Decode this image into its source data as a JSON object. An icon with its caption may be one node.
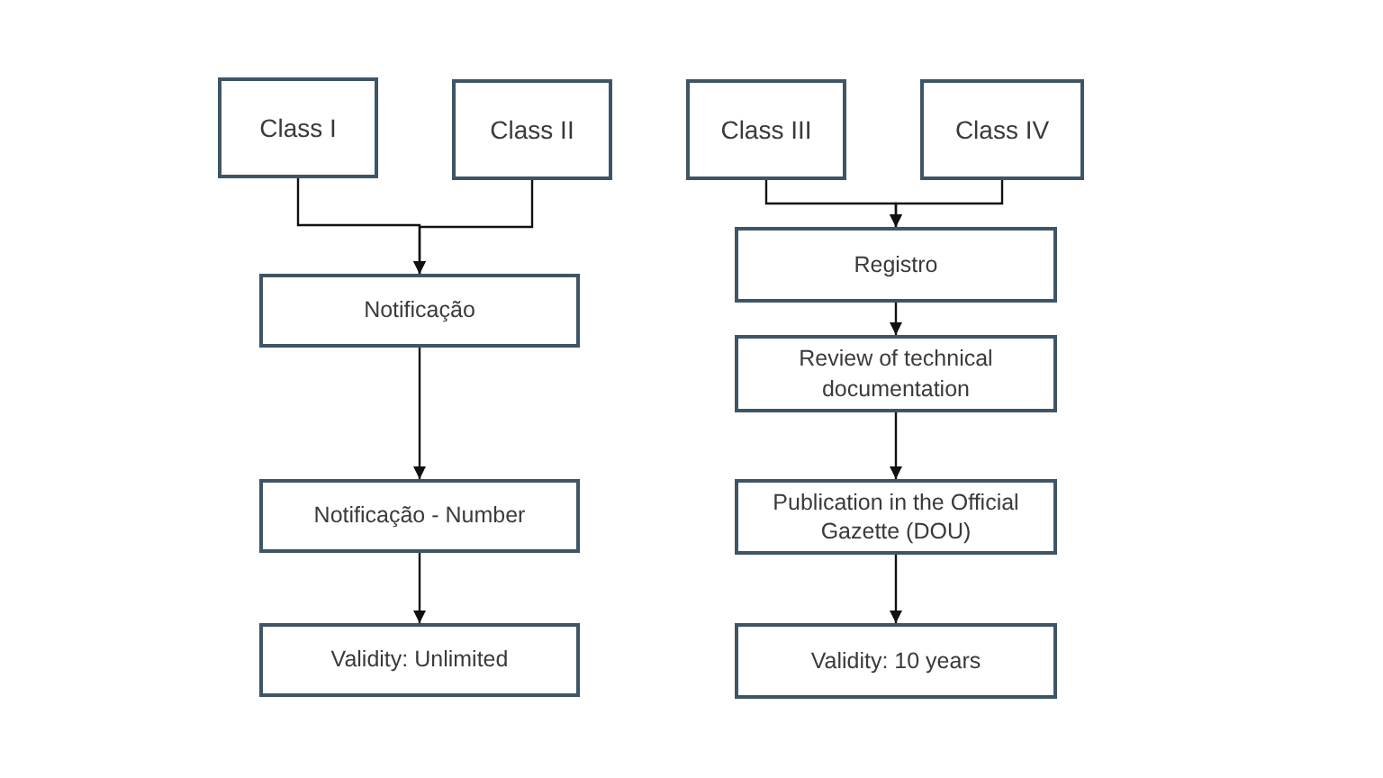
{
  "diagram": {
    "nodes": [
      {
        "text": [
          "Class I"
        ]
      },
      {
        "text": [
          "Class II"
        ]
      },
      {
        "text": [
          "Class III"
        ]
      },
      {
        "text": [
          "Class IV"
        ]
      },
      {
        "text": [
          "Notificação"
        ]
      },
      {
        "text": [
          "Notificação - Number"
        ]
      },
      {
        "text": [
          "Validity: Unlimited"
        ]
      },
      {
        "text": [
          "Registro"
        ]
      },
      {
        "text": [
          "Review of technical documentation"
        ]
      },
      {
        "text": [
          "Publication in the Official Gazette (DOU)"
        ]
      },
      {
        "text": [
          "Validity: 10 years"
        ]
      }
    ],
    "edges": [
      {
        "from": 0,
        "to": 4,
        "arrow": "to"
      },
      {
        "from": 1,
        "to": 4,
        "arrow": "to"
      },
      {
        "from": 2,
        "to": 7,
        "arrow": "to"
      },
      {
        "from": 3,
        "to": 7,
        "arrow": "to"
      },
      {
        "from": 4,
        "to": 5,
        "arrow": "to"
      },
      {
        "from": 5,
        "to": 6,
        "arrow": "to"
      },
      {
        "from": 7,
        "to": 8,
        "arrow": "to"
      },
      {
        "from": 8,
        "to": 9,
        "arrow": "to"
      },
      {
        "from": 9,
        "to": 10,
        "arrow": "to"
      }
    ]
  }
}
